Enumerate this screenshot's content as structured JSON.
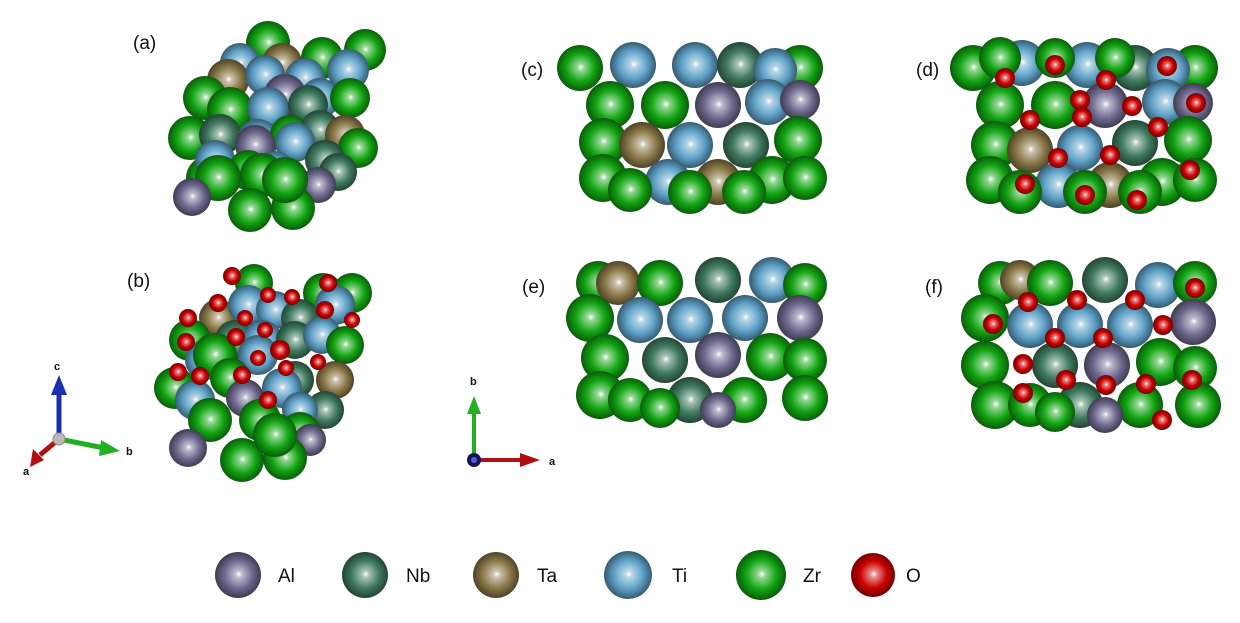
{
  "panels": {
    "a": {
      "label": "(a)"
    },
    "b": {
      "label": "(b)"
    },
    "c": {
      "label": "(c)"
    },
    "d": {
      "label": "(d)"
    },
    "e": {
      "label": "(e)"
    },
    "f": {
      "label": "(f)"
    }
  },
  "axes_3d": {
    "a": "a",
    "b": "b",
    "c": "c"
  },
  "axes_2d": {
    "a": "a",
    "b": "b"
  },
  "legend": [
    {
      "symbol": "Al",
      "color": "#6f6a8f"
    },
    {
      "symbol": "Nb",
      "color": "#3f7a5e"
    },
    {
      "symbol": "Ta",
      "color": "#8a7848"
    },
    {
      "symbol": "Ti",
      "color": "#5fa2c8"
    },
    {
      "symbol": "Zr",
      "color": "#12a512"
    },
    {
      "symbol": "O",
      "color": "#cc0000"
    }
  ]
}
